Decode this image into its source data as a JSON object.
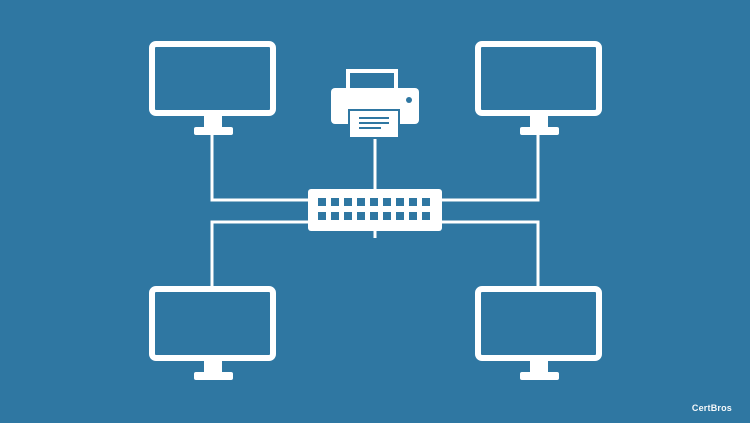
{
  "diagram": {
    "colors": {
      "background": "#2f77a2",
      "stroke": "#ffffff"
    },
    "nodes": [
      {
        "id": "monitor-top-left",
        "icon": "monitor-icon"
      },
      {
        "id": "monitor-top-right",
        "icon": "monitor-icon"
      },
      {
        "id": "monitor-bottom-left",
        "icon": "monitor-icon"
      },
      {
        "id": "monitor-bottom-right",
        "icon": "monitor-icon"
      },
      {
        "id": "printer",
        "icon": "printer-icon"
      },
      {
        "id": "network-switch",
        "icon": "switch-icon"
      }
    ],
    "connections": [
      {
        "from": "monitor-top-left",
        "to": "network-switch"
      },
      {
        "from": "monitor-top-right",
        "to": "network-switch"
      },
      {
        "from": "monitor-bottom-left",
        "to": "network-switch"
      },
      {
        "from": "monitor-bottom-right",
        "to": "network-switch"
      },
      {
        "from": "printer",
        "to": "network-switch"
      }
    ]
  },
  "watermark": {
    "text": "CertBros"
  }
}
